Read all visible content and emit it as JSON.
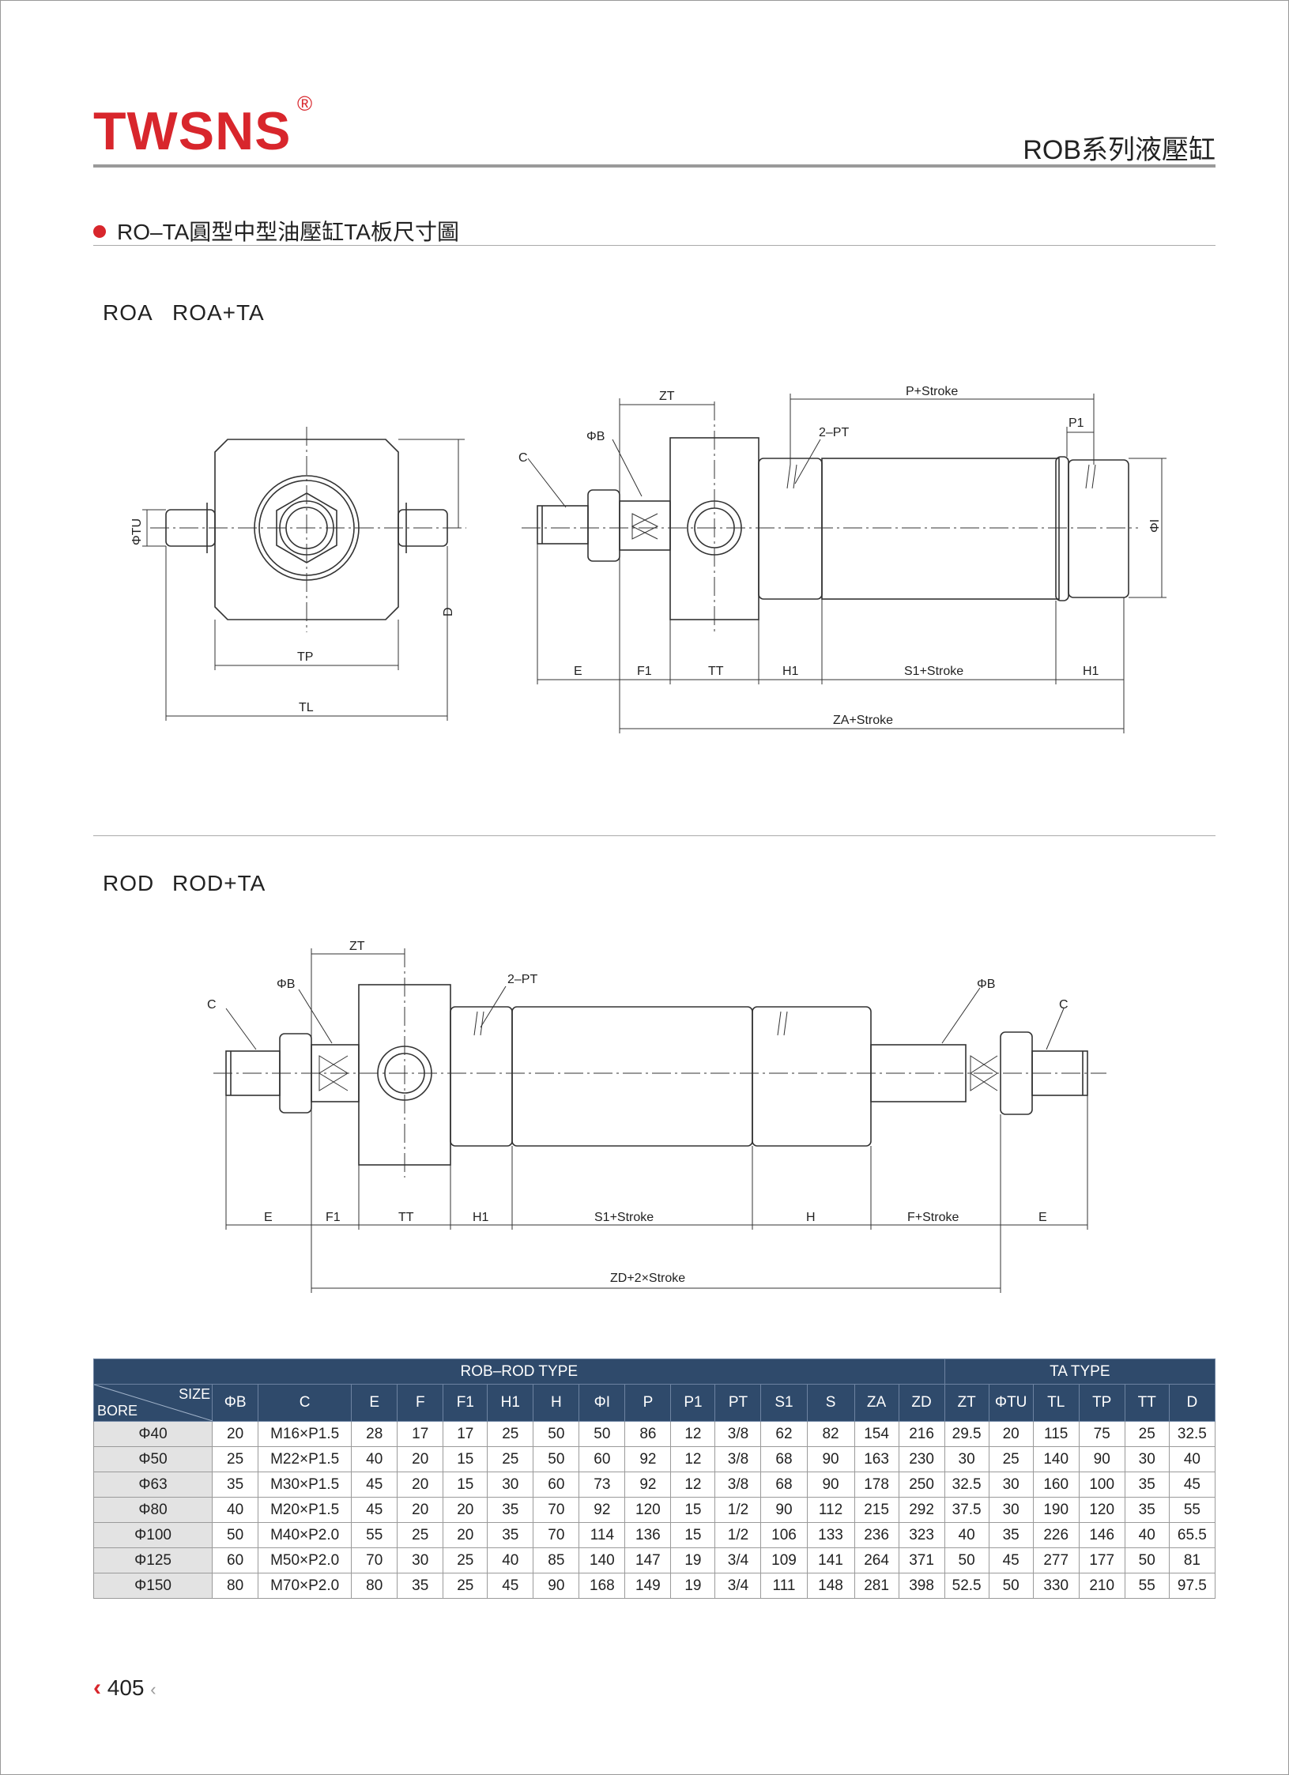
{
  "brand": {
    "logo_text": "TWSNS",
    "registered": "®",
    "logo_color": "#d8262c"
  },
  "header": {
    "series_title": "ROB系列液壓缸"
  },
  "section": {
    "title": "RO–TA圓型中型油壓缸TA板尺寸圖"
  },
  "drawing1": {
    "label_a": "ROA",
    "label_b": "ROA+TA",
    "dims": {
      "phi_tu": "ΦTU",
      "d": "D",
      "tp": "TP",
      "tl": "TL",
      "zt": "ZT",
      "phi_b": "ΦB",
      "c": "C",
      "pt": "2–PT",
      "p_stroke": "P+Stroke",
      "p1": "P1",
      "phi_i": "ΦI",
      "e": "E",
      "f1": "F1",
      "tt": "TT",
      "h1": "H1",
      "s1_stroke": "S1+Stroke",
      "h1b": "H1",
      "za_stroke": "ZA+Stroke"
    }
  },
  "drawing2": {
    "label_a": "ROD",
    "label_b": "ROD+TA",
    "dims": {
      "zt": "ZT",
      "phi_b": "ΦB",
      "c": "C",
      "pt": "2–PT",
      "phi_b2": "ΦB",
      "c2": "C",
      "e": "E",
      "f1": "F1",
      "tt": "TT",
      "h1": "H1",
      "s1_stroke": "S1+Stroke",
      "h": "H",
      "f_stroke": "F+Stroke",
      "e2": "E",
      "zd_stroke": "ZD+2×Stroke"
    }
  },
  "table": {
    "group_rob": "ROB–ROD TYPE",
    "group_ta": "TA TYPE",
    "corner_size": "SIZE",
    "corner_bore": "BORE",
    "header_color": "#2f4a6b",
    "columns": [
      "ΦB",
      "C",
      "E",
      "F",
      "F1",
      "H1",
      "H",
      "ΦI",
      "P",
      "P1",
      "PT",
      "S1",
      "S",
      "ZA",
      "ZD",
      "ZT",
      "ΦTU",
      "TL",
      "TP",
      "TT",
      "D"
    ],
    "rows": [
      [
        "Φ40",
        "20",
        "M16×P1.5",
        "28",
        "17",
        "17",
        "25",
        "50",
        "50",
        "86",
        "12",
        "3/8",
        "62",
        "82",
        "154",
        "216",
        "29.5",
        "20",
        "115",
        "75",
        "25",
        "32.5"
      ],
      [
        "Φ50",
        "25",
        "M22×P1.5",
        "40",
        "20",
        "15",
        "25",
        "50",
        "60",
        "92",
        "12",
        "3/8",
        "68",
        "90",
        "163",
        "230",
        "30",
        "25",
        "140",
        "90",
        "30",
        "40"
      ],
      [
        "Φ63",
        "35",
        "M30×P1.5",
        "45",
        "20",
        "15",
        "30",
        "60",
        "73",
        "92",
        "12",
        "3/8",
        "68",
        "90",
        "178",
        "250",
        "32.5",
        "30",
        "160",
        "100",
        "35",
        "45"
      ],
      [
        "Φ80",
        "40",
        "M20×P1.5",
        "45",
        "20",
        "20",
        "35",
        "70",
        "92",
        "120",
        "15",
        "1/2",
        "90",
        "112",
        "215",
        "292",
        "37.5",
        "30",
        "190",
        "120",
        "35",
        "55"
      ],
      [
        "Φ100",
        "50",
        "M40×P2.0",
        "55",
        "25",
        "20",
        "35",
        "70",
        "114",
        "136",
        "15",
        "1/2",
        "106",
        "133",
        "236",
        "323",
        "40",
        "35",
        "226",
        "146",
        "40",
        "65.5"
      ],
      [
        "Φ125",
        "60",
        "M50×P2.0",
        "70",
        "30",
        "25",
        "40",
        "85",
        "140",
        "147",
        "19",
        "3/4",
        "109",
        "141",
        "264",
        "371",
        "50",
        "45",
        "277",
        "177",
        "50",
        "81"
      ],
      [
        "Φ150",
        "80",
        "M70×P2.0",
        "80",
        "35",
        "25",
        "45",
        "90",
        "168",
        "149",
        "19",
        "3/4",
        "111",
        "148",
        "281",
        "398",
        "52.5",
        "50",
        "330",
        "210",
        "55",
        "97.5"
      ]
    ]
  },
  "footer": {
    "page_number": "405"
  }
}
